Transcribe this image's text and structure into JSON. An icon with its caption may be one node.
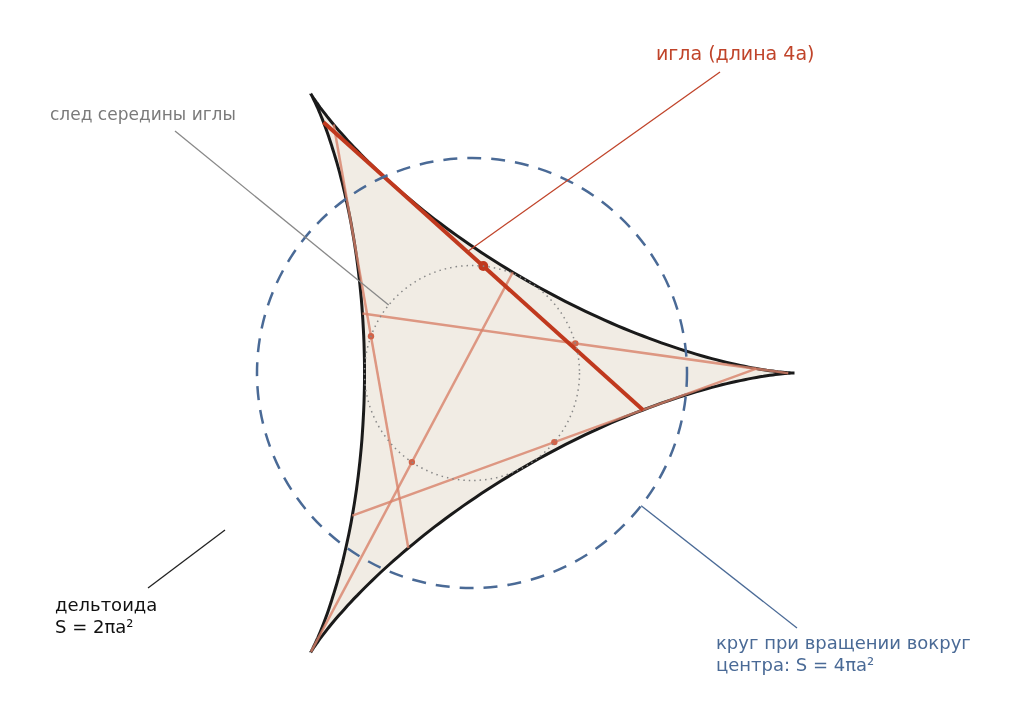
{
  "diagram": {
    "nodes": [
      {
        "text": [
          "игла (длина 4a)"
        ]
      },
      {
        "text": [],
        "shape": "line"
      },
      {
        "text": [
          "след середины иглы"
        ]
      },
      {
        "text": [],
        "shape": "circle",
        "in": 6
      },
      {
        "text": [
          "дельтоида",
          "S = 2πa²"
        ]
      },
      {
        "text": [
          "круг при вращении вокруг центра: S = 4πa²"
        ]
      },
      {
        "text": [],
        "shape": "circle"
      }
    ],
    "edges": [
      {
        "from": 0,
        "to": 1,
        "arrow": "none",
        "color": "#c0442a"
      },
      {
        "from": 2,
        "to": 3,
        "arrow": "none",
        "color": "#888888"
      },
      {
        "from": 4,
        "to": null,
        "arrow": "none",
        "color": "#222222"
      },
      {
        "from": 5,
        "to": 6,
        "arrow": "none",
        "color": "#4a6a96"
      }
    ]
  }
}
